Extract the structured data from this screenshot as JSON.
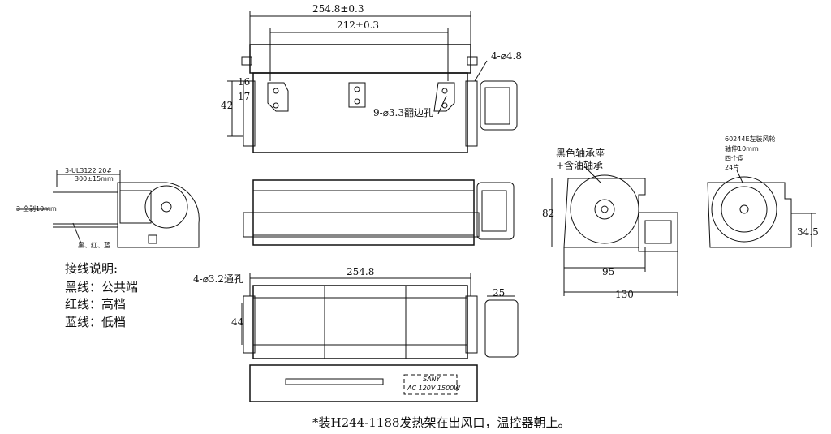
{
  "top_view": {
    "dim_overall": "254.8±0.3",
    "dim_holes": "212±0.3",
    "dim_16": "16",
    "dim_17": "17",
    "dim_42": "42",
    "hole_spec": "4-⌀4.8",
    "flange_holes": "9-⌀3.3翻边孔"
  },
  "side_view": {
    "wire_spec": "3-UL3122 20#",
    "wire_length": "300±15mm",
    "strip_spec": "3-全剥10mm",
    "wire_colors": "黑、红、蓝"
  },
  "wiring_notes": {
    "title": "接线说明:",
    "lines": [
      "黑线：公共端",
      "红线：高档",
      "蓝线：低档"
    ]
  },
  "bottom_view": {
    "hole_spec": "4-⌀3.2通孔",
    "dim_length": "254.8",
    "dim_44": "44",
    "dim_25": "25",
    "nameplate_brand": "SANY",
    "nameplate_rating": "AC 120V 1500W"
  },
  "end_view_left": {
    "bearing_note_1": "黑色轴承座",
    "bearing_note_2": "+含油轴承",
    "dim_82": "82",
    "dim_95": "95",
    "dim_130": "130"
  },
  "end_view_right": {
    "wheel_note_1": "60244E左装风轮",
    "wheel_note_2": "轴伸10mm",
    "wheel_note_3": "四个盘",
    "wheel_note_4": "24片",
    "dim_34_5": "34.5"
  },
  "footer_note": "*装H244-1188发热架在出风口，温控器朝上。"
}
